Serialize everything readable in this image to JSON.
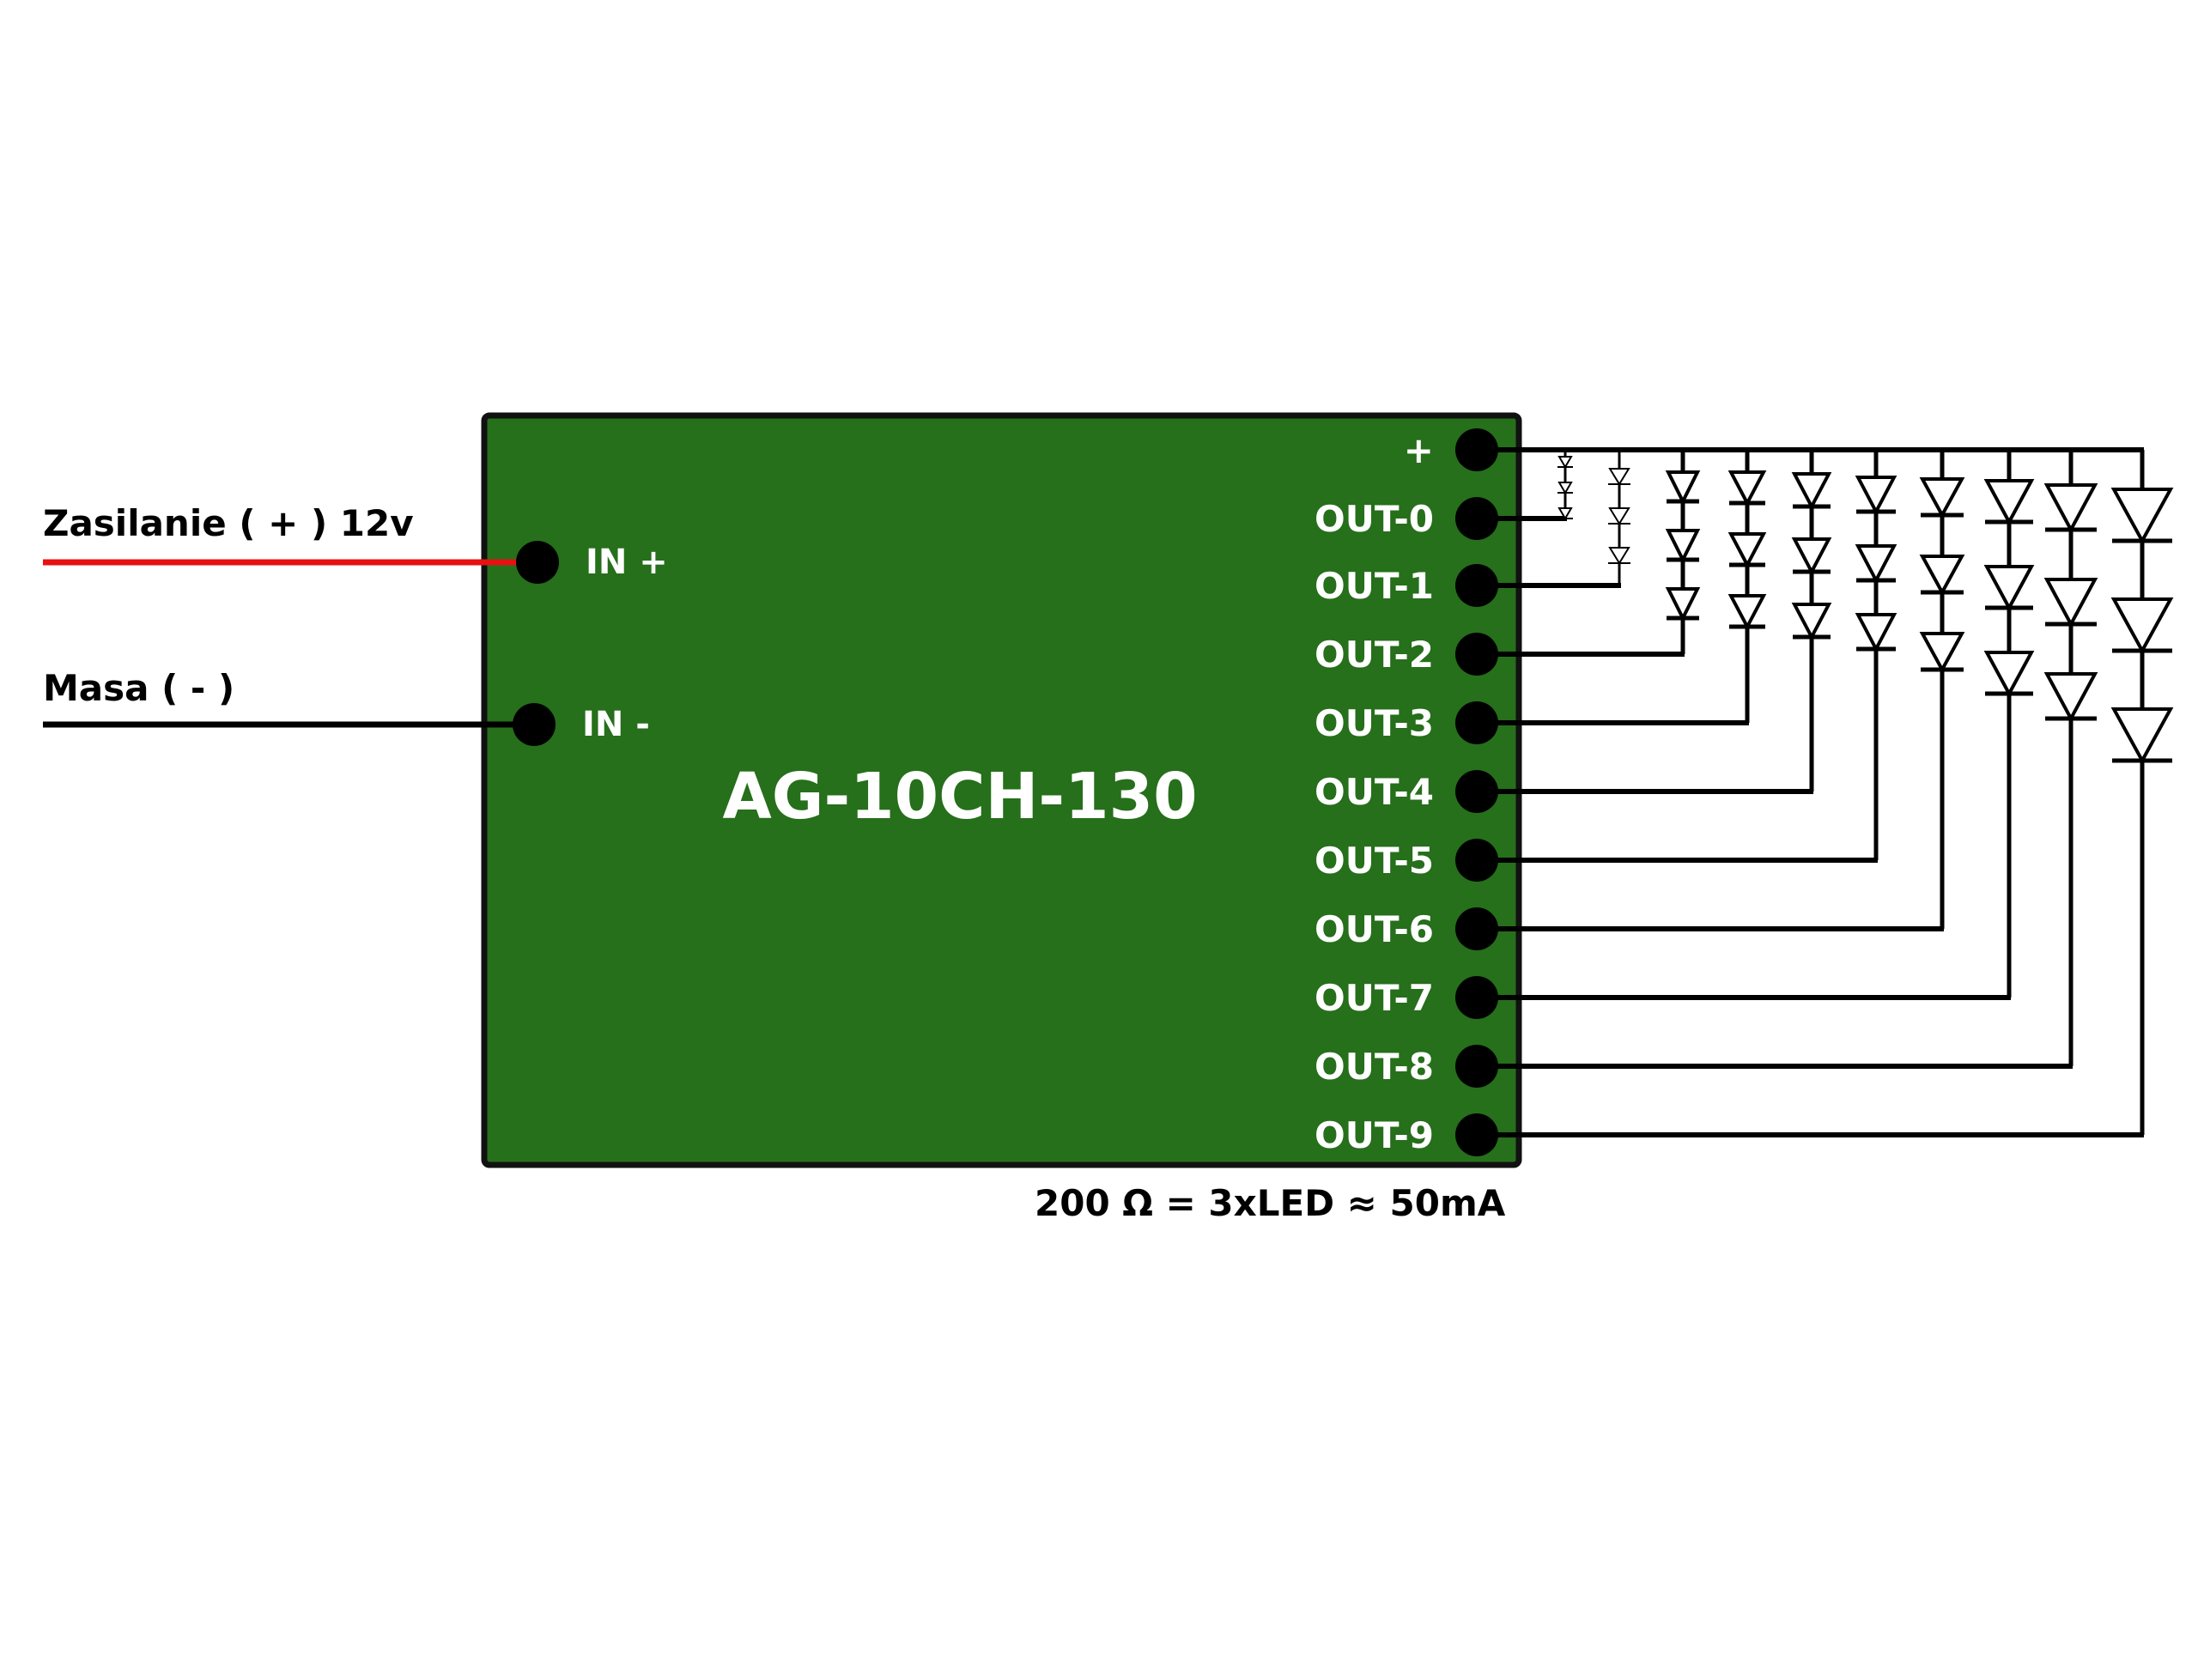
{
  "diagram": {
    "board_name": "AG-10CH-130",
    "inputs": {
      "power_label": "Zasilanie ( + ) 12v",
      "ground_label": "Masa ( - )",
      "in_plus": "IN +",
      "in_minus": "IN -"
    },
    "terminals": [
      "+",
      "OUT-0",
      "OUT-1",
      "OUT-2",
      "OUT-3",
      "OUT-4",
      "OUT-5",
      "OUT-6",
      "OUT-7",
      "OUT-8",
      "OUT-9"
    ],
    "leds_per_channel": 3,
    "footer_note": "200 Ω = 3xLED ≈ 50mA",
    "colors": {
      "board_fill": "#266f1b",
      "board_border": "#111111",
      "power_wire": "#e81010",
      "ground_wire": "#000000",
      "wire": "#000000",
      "terminal": "#000000",
      "board_text": "#ffffff",
      "text": "#000000"
    }
  }
}
